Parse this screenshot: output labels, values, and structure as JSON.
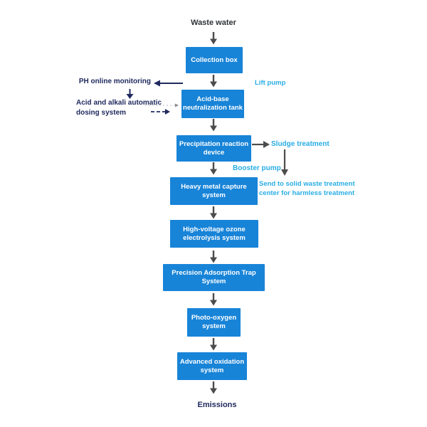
{
  "diagram": {
    "nodes": {
      "waste_water": "Waste water",
      "collection_box": "Collection box",
      "acid_base_tank": "Acid-base\nneutralization tank",
      "precipitation_device": "Precipitation reaction\ndevice",
      "heavy_metal_system": "Heavy metal capture\nsystem",
      "ozone_system": "High-voltage ozone\nelectrolysis system",
      "adsorption_system": "Precision Adsorption Trap\nSystem",
      "photo_oxygen_system": "Photo-oxygen\nsystem",
      "advanced_oxidation_system": "Advanced oxidation\nsystem",
      "emissions": "Emissions"
    },
    "side_labels": {
      "lift_pump": "Lift pump",
      "ph_monitoring": "PH online monitoring",
      "dosing_system": "Acid and alkali automatic\n dosing system",
      "sludge_treatment": "Sludge treatment",
      "booster_pump": "Booster pump",
      "solid_waste_note": "Send to solid waste treatment\ncenter for harmless treatment"
    },
    "colors": {
      "box_fill": "#1884d8",
      "box_text": "#ffffff",
      "cyan_label": "#29ade4",
      "navy_label": "#202a5e",
      "dark_label": "#2f3237",
      "arrow": "#4c4c4c",
      "faint_dash": "#c9c9c9"
    }
  }
}
